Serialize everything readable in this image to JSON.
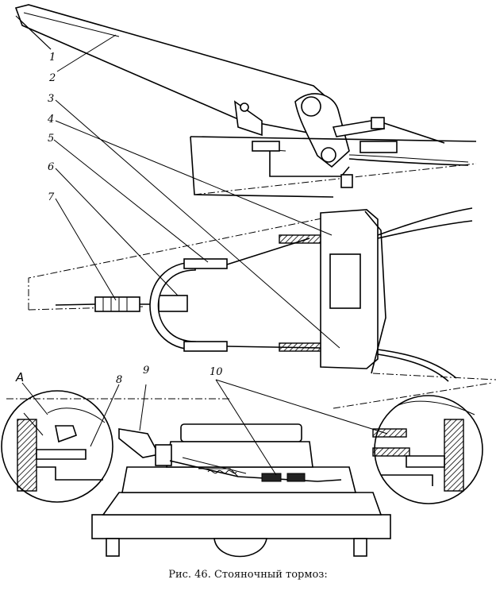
{
  "caption": "Рис. 46. Стояночный тормоз:",
  "callouts": [
    "1",
    "2",
    "3",
    "4",
    "5",
    "6",
    "7",
    "8",
    "9",
    "10"
  ],
  "detail_label": "A"
}
